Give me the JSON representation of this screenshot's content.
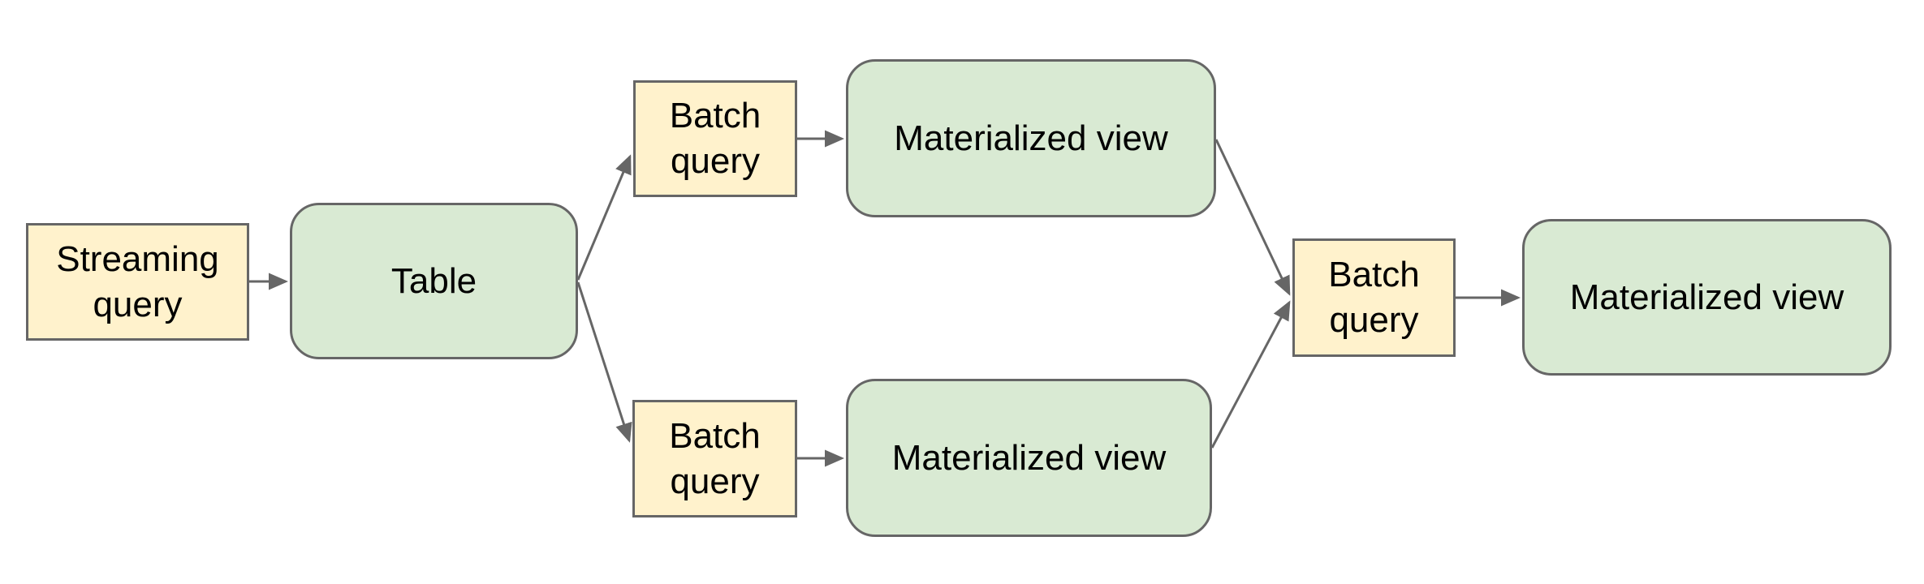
{
  "diagram": {
    "type": "flow-diagram",
    "colors": {
      "query_fill": "#fff2cc",
      "view_fill": "#d9ead3",
      "node_border": "#666666",
      "connector": "#666666",
      "text_color": "#000000",
      "background": "#ffffff"
    },
    "nodes": [
      {
        "id": "streaming-query",
        "label": "Streaming query",
        "shape": "rectangle",
        "fill": "#fff2cc"
      },
      {
        "id": "table",
        "label": "Table",
        "shape": "rounded-rectangle",
        "fill": "#d9ead3"
      },
      {
        "id": "batch-query-top",
        "label": "Batch query",
        "shape": "rectangle",
        "fill": "#fff2cc"
      },
      {
        "id": "materialized-view-top",
        "label": "Materialized view",
        "shape": "rounded-rectangle",
        "fill": "#d9ead3"
      },
      {
        "id": "batch-query-bottom",
        "label": "Batch query",
        "shape": "rectangle",
        "fill": "#fff2cc"
      },
      {
        "id": "materialized-view-bottom",
        "label": "Materialized view",
        "shape": "rounded-rectangle",
        "fill": "#d9ead3"
      },
      {
        "id": "batch-query-final",
        "label": "Batch query",
        "shape": "rectangle",
        "fill": "#fff2cc"
      },
      {
        "id": "materialized-view-final",
        "label": "Materialized view",
        "shape": "rounded-rectangle",
        "fill": "#d9ead3"
      }
    ],
    "edges": [
      {
        "from": "streaming-query",
        "to": "table"
      },
      {
        "from": "table",
        "to": "batch-query-top"
      },
      {
        "from": "table",
        "to": "batch-query-bottom"
      },
      {
        "from": "batch-query-top",
        "to": "materialized-view-top"
      },
      {
        "from": "batch-query-bottom",
        "to": "materialized-view-bottom"
      },
      {
        "from": "materialized-view-top",
        "to": "batch-query-final"
      },
      {
        "from": "materialized-view-bottom",
        "to": "batch-query-final"
      },
      {
        "from": "batch-query-final",
        "to": "materialized-view-final"
      }
    ]
  }
}
